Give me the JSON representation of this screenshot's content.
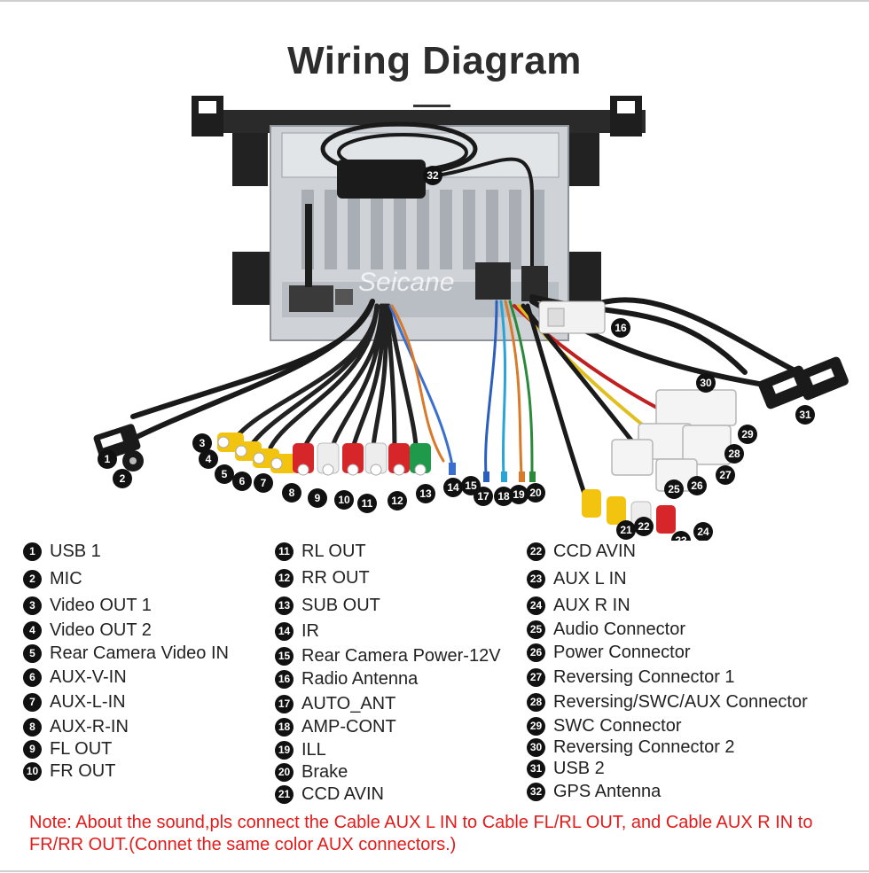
{
  "title": "Wiring Diagram",
  "watermark": "Seicane",
  "legend": [
    {
      "num": "1",
      "label": "USB 1"
    },
    {
      "num": "2",
      "label": "MIC"
    },
    {
      "num": "3",
      "label": "Video OUT 1"
    },
    {
      "num": "4",
      "label": "Video OUT 2"
    },
    {
      "num": "5",
      "label": "Rear Camera Video IN"
    },
    {
      "num": "6",
      "label": "AUX-V-IN"
    },
    {
      "num": "7",
      "label": "AUX-L-IN"
    },
    {
      "num": "8",
      "label": "AUX-R-IN"
    },
    {
      "num": "9",
      "label": "FL OUT"
    },
    {
      "num": "10",
      "label": "FR OUT"
    },
    {
      "num": "11",
      "label": "RL OUT"
    },
    {
      "num": "12",
      "label": "RR OUT"
    },
    {
      "num": "13",
      "label": "SUB OUT"
    },
    {
      "num": "14",
      "label": "IR"
    },
    {
      "num": "15",
      "label": "Rear Camera Power-12V"
    },
    {
      "num": "16",
      "label": "Radio Antenna"
    },
    {
      "num": "17",
      "label": "AUTO_ANT"
    },
    {
      "num": "18",
      "label": "AMP-CONT"
    },
    {
      "num": "19",
      "label": "ILL"
    },
    {
      "num": "20",
      "label": "Brake"
    },
    {
      "num": "21",
      "label": "CCD AVIN"
    },
    {
      "num": "22",
      "label": "CCD AVIN"
    },
    {
      "num": "23",
      "label": "AUX L IN"
    },
    {
      "num": "24",
      "label": "AUX R IN"
    },
    {
      "num": "25",
      "label": "Audio Connector"
    },
    {
      "num": "26",
      "label": "Power Connector"
    },
    {
      "num": "27",
      "label": "Reversing Connector 1"
    },
    {
      "num": "28",
      "label": "Reversing/SWC/AUX Connector"
    },
    {
      "num": "29",
      "label": "SWC Connector"
    },
    {
      "num": "30",
      "label": "Reversing Connector 2"
    },
    {
      "num": "31",
      "label": "USB 2"
    },
    {
      "num": "32",
      "label": "GPS Antenna"
    }
  ],
  "note": "Note: About the sound,pls connect the Cable AUX L IN to Cable FL/RL OUT, and Cable AUX R IN to  FR/RR OUT.(Connet the same color AUX connectors.)"
}
